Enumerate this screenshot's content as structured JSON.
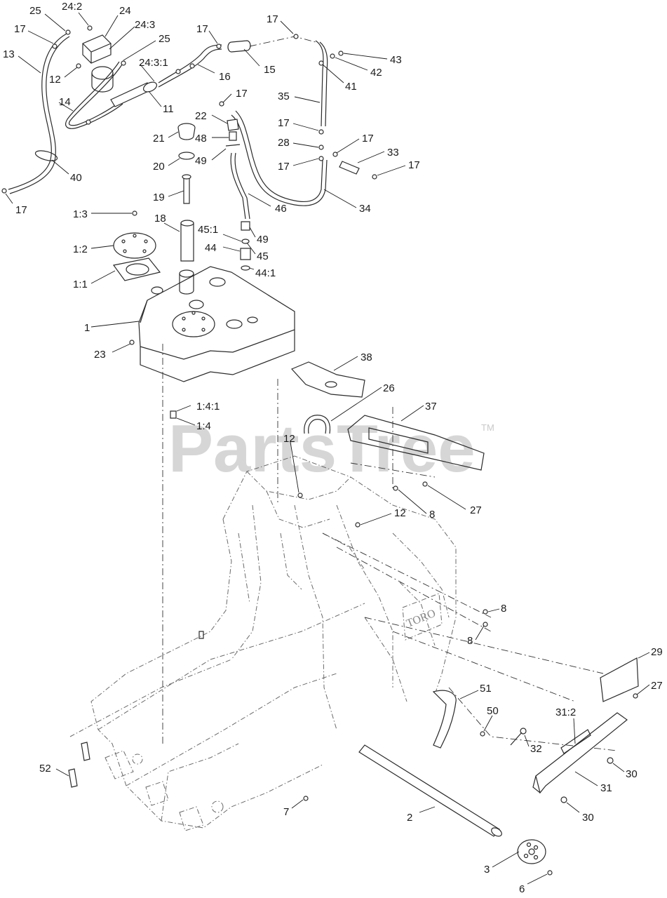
{
  "watermark": {
    "text": "PartsTree",
    "tm": "TM"
  },
  "callouts": [
    {
      "id": "c-25a",
      "text": "25"
    },
    {
      "id": "c-24-2",
      "text": "24:2"
    },
    {
      "id": "c-24",
      "text": "24"
    },
    {
      "id": "c-24-3",
      "text": "24:3"
    },
    {
      "id": "c-25b",
      "text": "25"
    },
    {
      "id": "c-17a",
      "text": "17"
    },
    {
      "id": "c-13",
      "text": "13"
    },
    {
      "id": "c-12a",
      "text": "12"
    },
    {
      "id": "c-24-3-1",
      "text": "24:3:1"
    },
    {
      "id": "c-17b",
      "text": "17"
    },
    {
      "id": "c-16",
      "text": "16"
    },
    {
      "id": "c-15",
      "text": "15"
    },
    {
      "id": "c-17c",
      "text": "17"
    },
    {
      "id": "c-43",
      "text": "43"
    },
    {
      "id": "c-42",
      "text": "42"
    },
    {
      "id": "c-41",
      "text": "41"
    },
    {
      "id": "c-14",
      "text": "14"
    },
    {
      "id": "c-11",
      "text": "11"
    },
    {
      "id": "c-17d",
      "text": "17"
    },
    {
      "id": "c-35",
      "text": "35"
    },
    {
      "id": "c-22",
      "text": "22"
    },
    {
      "id": "c-21",
      "text": "21"
    },
    {
      "id": "c-48",
      "text": "48"
    },
    {
      "id": "c-17e",
      "text": "17"
    },
    {
      "id": "c-28",
      "text": "28"
    },
    {
      "id": "c-17f",
      "text": "17"
    },
    {
      "id": "c-49a",
      "text": "49"
    },
    {
      "id": "c-33",
      "text": "33"
    },
    {
      "id": "c-20",
      "text": "20"
    },
    {
      "id": "c-17g",
      "text": "17"
    },
    {
      "id": "c-17h",
      "text": "17"
    },
    {
      "id": "c-40",
      "text": "40"
    },
    {
      "id": "c-19",
      "text": "19"
    },
    {
      "id": "c-46",
      "text": "46"
    },
    {
      "id": "c-34",
      "text": "34"
    },
    {
      "id": "c-17i",
      "text": "17"
    },
    {
      "id": "c-1-3",
      "text": "1:3"
    },
    {
      "id": "c-18",
      "text": "18"
    },
    {
      "id": "c-45-1",
      "text": "45:1"
    },
    {
      "id": "c-49b",
      "text": "49"
    },
    {
      "id": "c-44",
      "text": "44"
    },
    {
      "id": "c-1-2",
      "text": "1:2"
    },
    {
      "id": "c-45",
      "text": "45"
    },
    {
      "id": "c-44-1",
      "text": "44:1"
    },
    {
      "id": "c-1-1",
      "text": "1:1"
    },
    {
      "id": "c-1",
      "text": "1"
    },
    {
      "id": "c-23",
      "text": "23"
    },
    {
      "id": "c-38",
      "text": "38"
    },
    {
      "id": "c-26",
      "text": "26"
    },
    {
      "id": "c-1-4-1",
      "text": "1:4:1"
    },
    {
      "id": "c-37",
      "text": "37"
    },
    {
      "id": "c-1-4",
      "text": "1:4"
    },
    {
      "id": "c-12b",
      "text": "12"
    },
    {
      "id": "c-27a",
      "text": "27"
    },
    {
      "id": "c-12c",
      "text": "12"
    },
    {
      "id": "c-8a",
      "text": "8"
    },
    {
      "id": "c-8b",
      "text": "8"
    },
    {
      "id": "c-8c",
      "text": "8"
    },
    {
      "id": "c-29",
      "text": "29"
    },
    {
      "id": "c-27b",
      "text": "27"
    },
    {
      "id": "c-51",
      "text": "51"
    },
    {
      "id": "c-50",
      "text": "50"
    },
    {
      "id": "c-31-2",
      "text": "31:2"
    },
    {
      "id": "c-32",
      "text": "32"
    },
    {
      "id": "c-52",
      "text": "52"
    },
    {
      "id": "c-30a",
      "text": "30"
    },
    {
      "id": "c-31",
      "text": "31"
    },
    {
      "id": "c-7",
      "text": "7"
    },
    {
      "id": "c-2",
      "text": "2"
    },
    {
      "id": "c-30b",
      "text": "30"
    },
    {
      "id": "c-3",
      "text": "3"
    },
    {
      "id": "c-6",
      "text": "6"
    }
  ]
}
